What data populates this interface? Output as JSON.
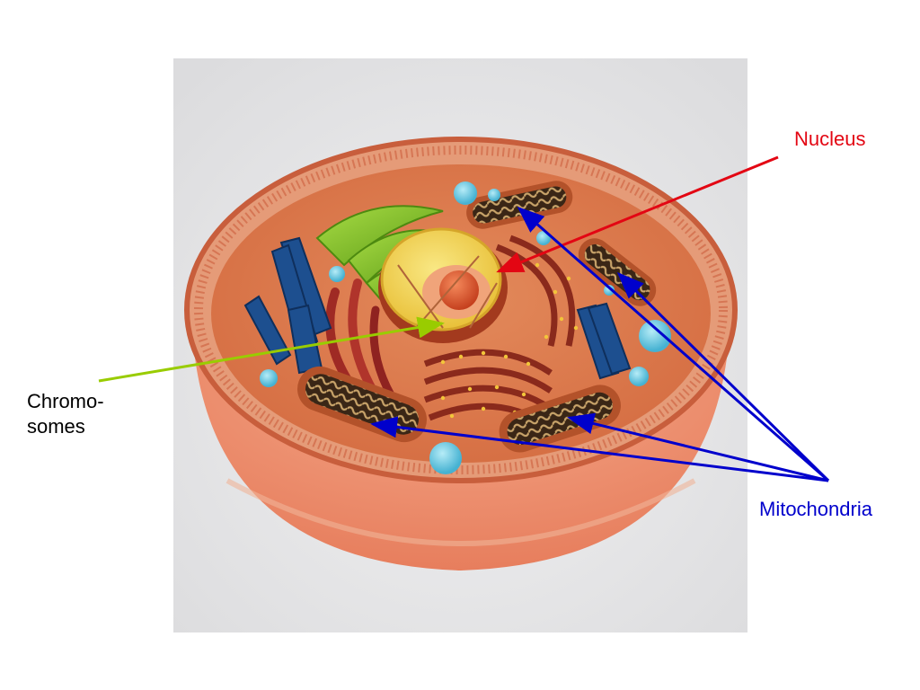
{
  "labels": {
    "nucleus": {
      "text": "Nucleus",
      "color": "#e30613"
    },
    "chromosomes": {
      "lines": [
        "Chromo-",
        "somes"
      ],
      "color": "#000000",
      "line_color": "#99cc00"
    },
    "mitochondria": {
      "text": "Mitochondria",
      "color": "#0000cc"
    }
  },
  "colors": {
    "background": "#ffffff",
    "photo_background": "#e8e8e9",
    "cytoplasm": "#e47a4e",
    "nucleus_yellow": "#f3d44a",
    "nucleolus": "#e0562d",
    "golgi_green": "#86c42a",
    "cytoskeleton_blue": "#1d4f8f",
    "vesicle_cyan": "#6cc8e0",
    "mitochondria_brown": "#b3522a",
    "er_red": "#a72a24"
  }
}
